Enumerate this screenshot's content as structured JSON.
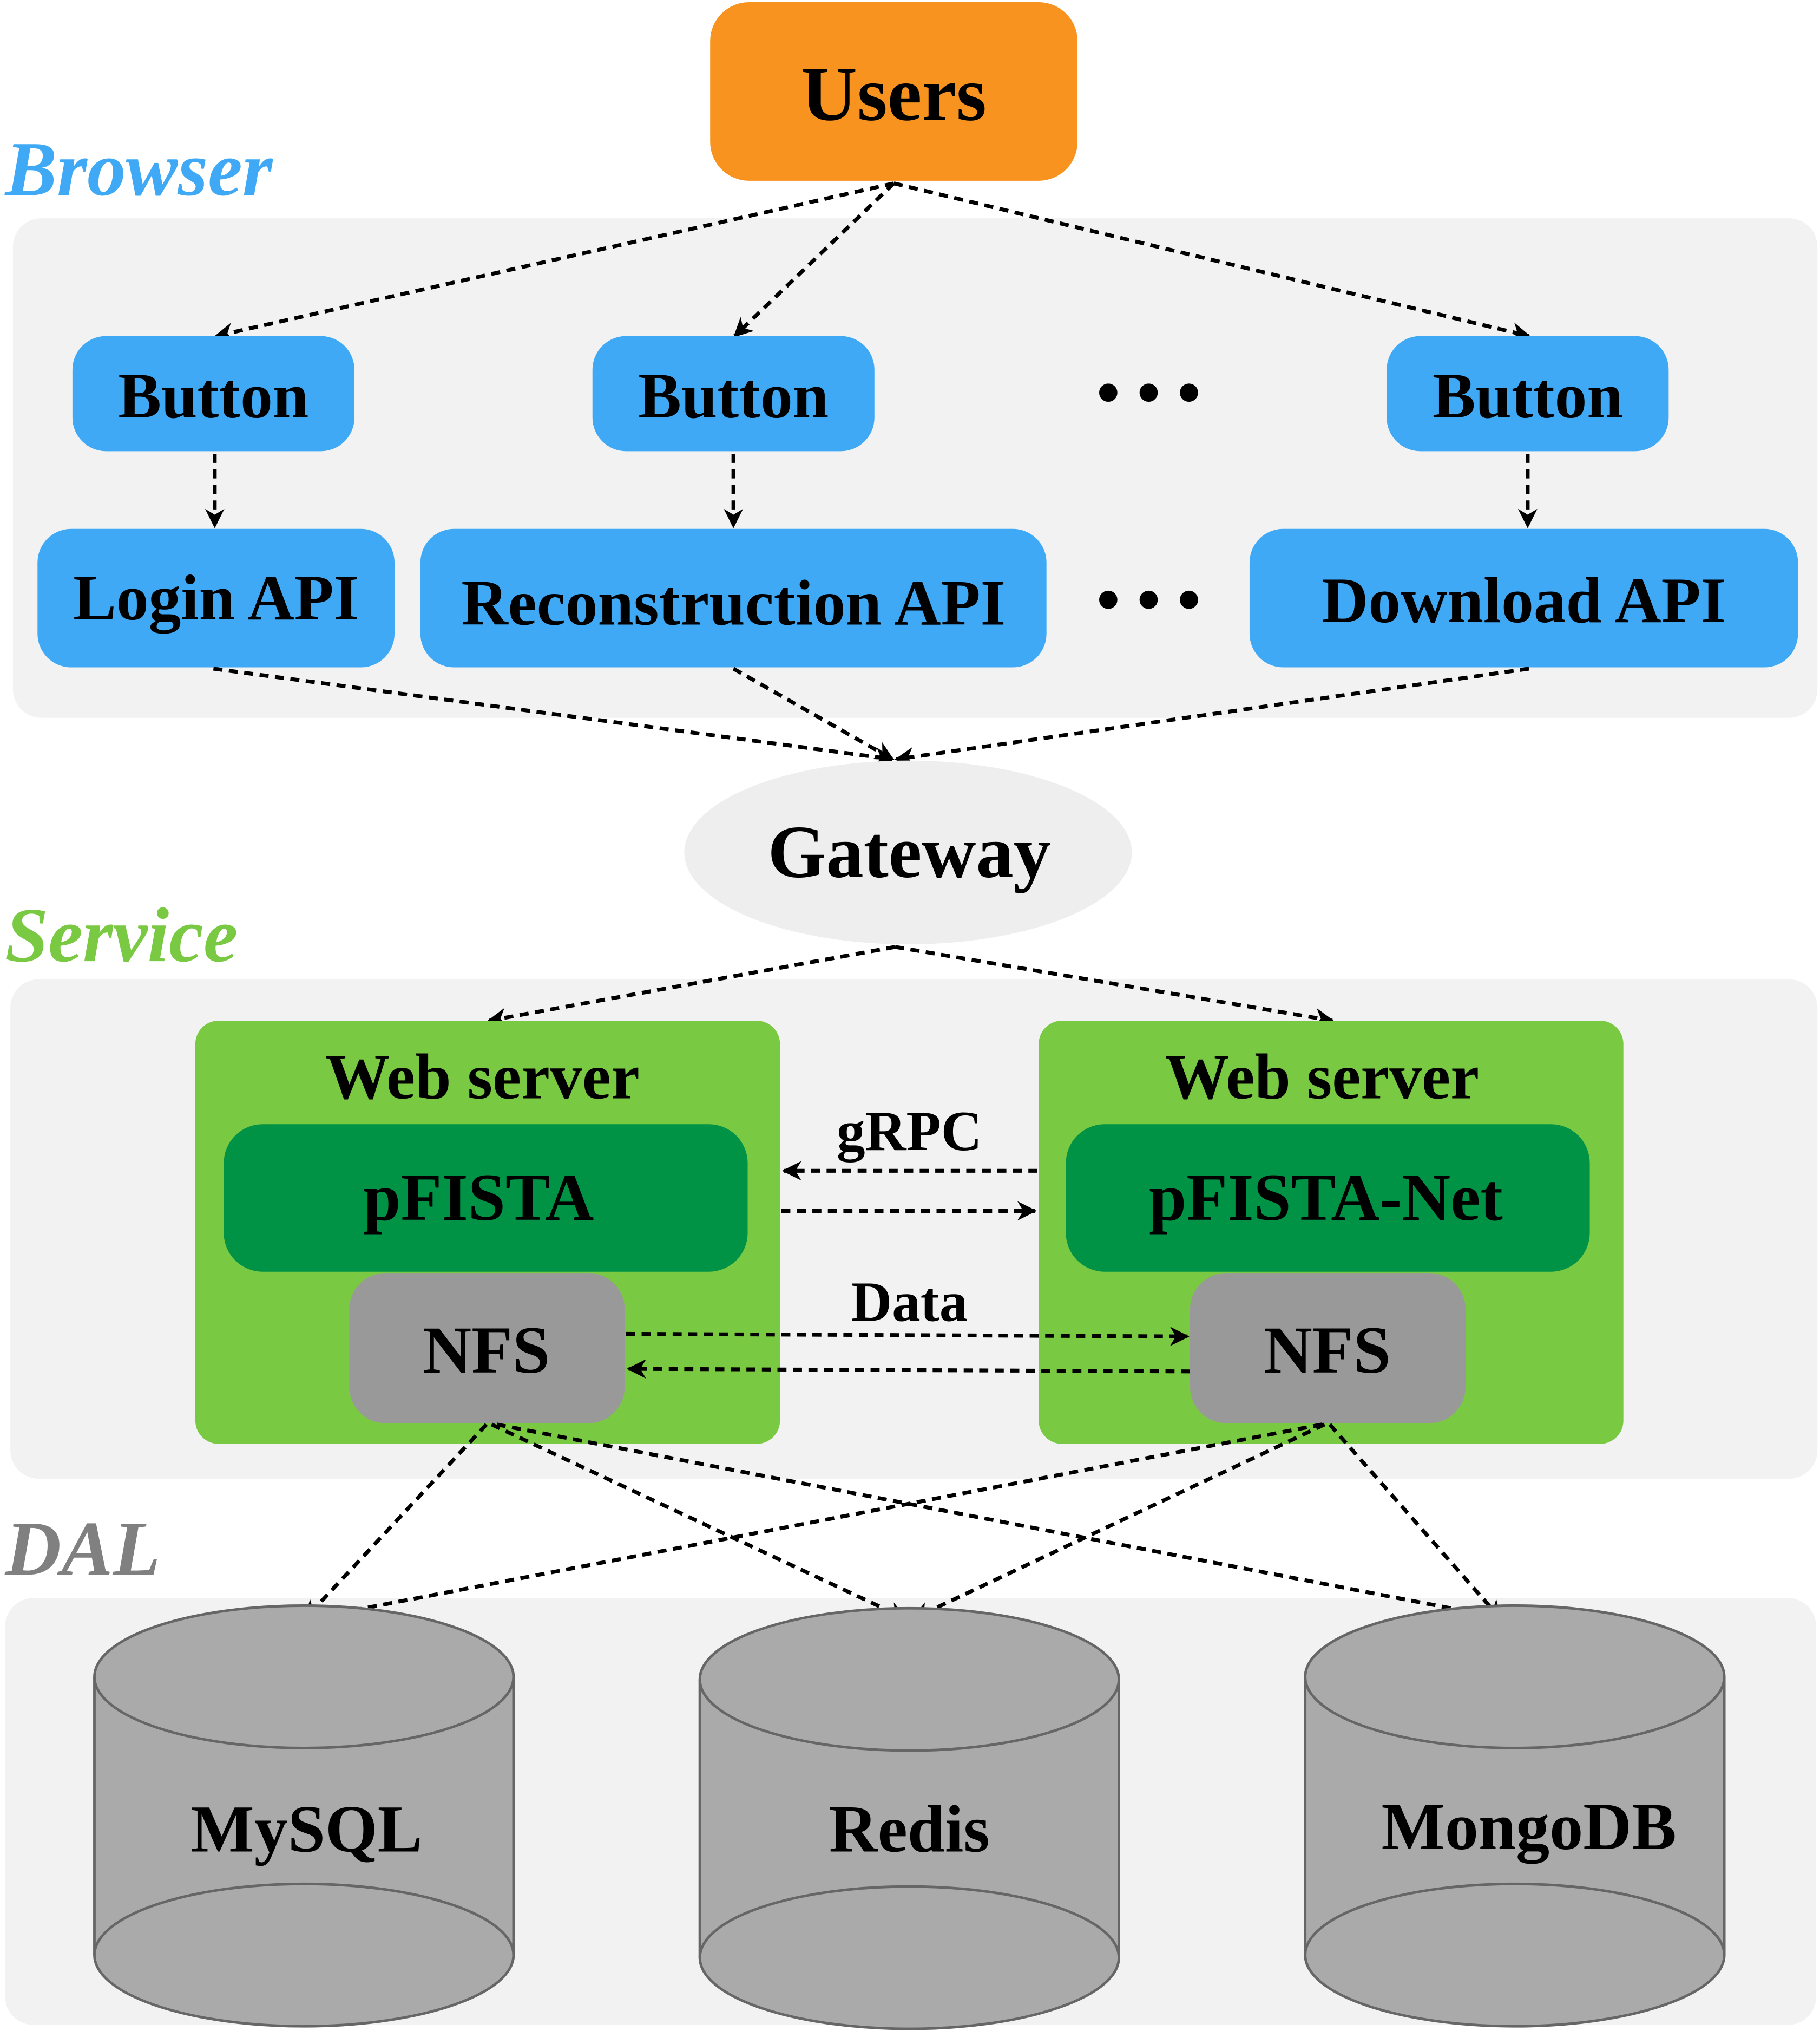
{
  "colors": {
    "users": "#f7931e",
    "browser_label": "#3fa9f5",
    "browser_node": "#3fa9f5",
    "service_label": "#7ac943",
    "web_server": "#7ac943",
    "algorithm": "#009245",
    "nfs": "#999999",
    "dal_label": "#808080",
    "database": "#aaaaaa",
    "panel": "#f2f2f2",
    "gateway": "#eeeeee"
  },
  "users": {
    "label": "Users"
  },
  "sections": {
    "browser": "Browser",
    "service": "Service",
    "dal": "DAL"
  },
  "browser": {
    "buttons": [
      "Button",
      "Button",
      "Button"
    ],
    "apis": [
      "Login API",
      "Reconstruction API",
      "Download API"
    ],
    "ellipsis": "• • •"
  },
  "gateway": {
    "label": "Gateway"
  },
  "service": {
    "servers": [
      {
        "title": "Web server",
        "algorithm": "pFISTA",
        "storage": "NFS"
      },
      {
        "title": "Web server",
        "algorithm": "pFISTA-Net",
        "storage": "NFS"
      }
    ],
    "grpc_label": "gRPC",
    "data_label": "Data"
  },
  "dal": {
    "databases": [
      "MySQL",
      "Redis",
      "MongoDB"
    ]
  }
}
